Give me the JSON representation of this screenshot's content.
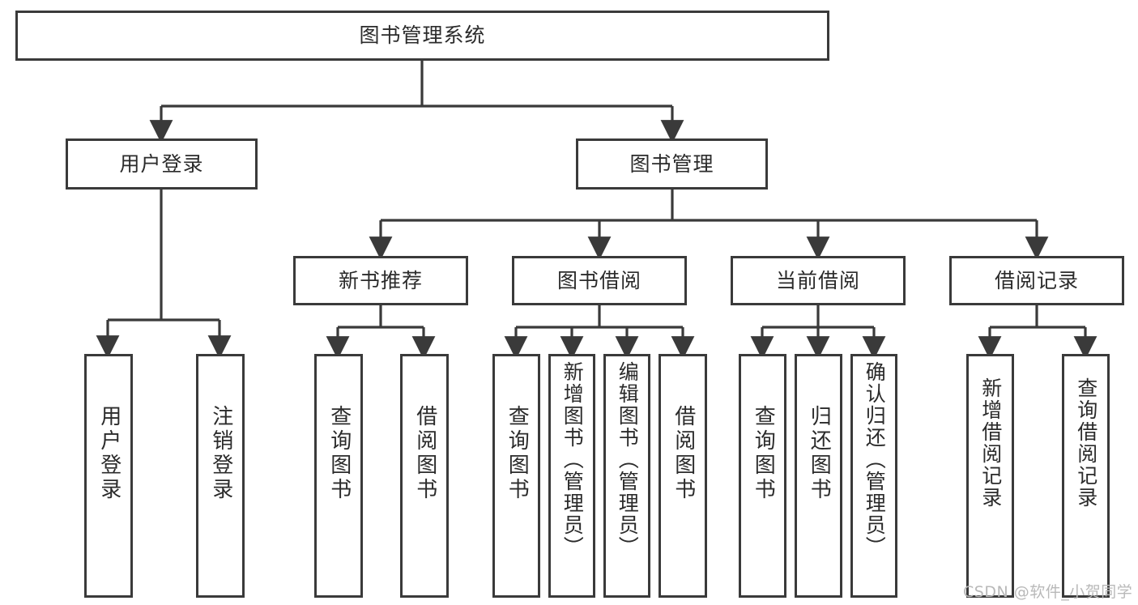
{
  "diagram": {
    "type": "tree-hierarchy-chart",
    "title": "图书管理系统",
    "line_color": "#3a3a3a",
    "box_fill": "#ffffff",
    "text_color": "#2b2b2b",
    "watermark": "CSDN @软件_小贺同学",
    "nodes": {
      "root": {
        "label": "图书管理系统"
      },
      "level2": [
        {
          "id": "user_login",
          "label": "用户登录"
        },
        {
          "id": "book_manage",
          "label": "图书管理"
        }
      ],
      "level3": [
        {
          "id": "new_book_rec",
          "label": "新书推荐"
        },
        {
          "id": "book_borrow",
          "label": "图书借阅"
        },
        {
          "id": "current_borrow",
          "label": "当前借阅"
        },
        {
          "id": "borrow_record",
          "label": "借阅记录"
        }
      ],
      "leaves": {
        "user_login": [
          {
            "id": "leaf_user_login",
            "label": "用户登录"
          },
          {
            "id": "leaf_user_logout",
            "label": "注销登录"
          }
        ],
        "new_book_rec": [
          {
            "id": "leaf_query_book_1",
            "label": "查询图书"
          },
          {
            "id": "leaf_borrow_book_1",
            "label": "借阅图书"
          }
        ],
        "book_borrow": [
          {
            "id": "leaf_query_book_2",
            "label": "查询图书"
          },
          {
            "id": "leaf_add_book",
            "label": "新增图书（管理员）"
          },
          {
            "id": "leaf_edit_book",
            "label": "编辑图书（管理员）"
          },
          {
            "id": "leaf_borrow_book_2",
            "label": "借阅图书"
          }
        ],
        "current_borrow": [
          {
            "id": "leaf_query_book_3",
            "label": "查询图书"
          },
          {
            "id": "leaf_return_book",
            "label": "归还图书"
          },
          {
            "id": "leaf_confirm_return",
            "label": "确认归还（管理员）"
          }
        ],
        "borrow_record": [
          {
            "id": "leaf_add_record",
            "label": "新增借阅记录"
          },
          {
            "id": "leaf_query_record",
            "label": "查询借阅记录"
          }
        ]
      }
    }
  }
}
